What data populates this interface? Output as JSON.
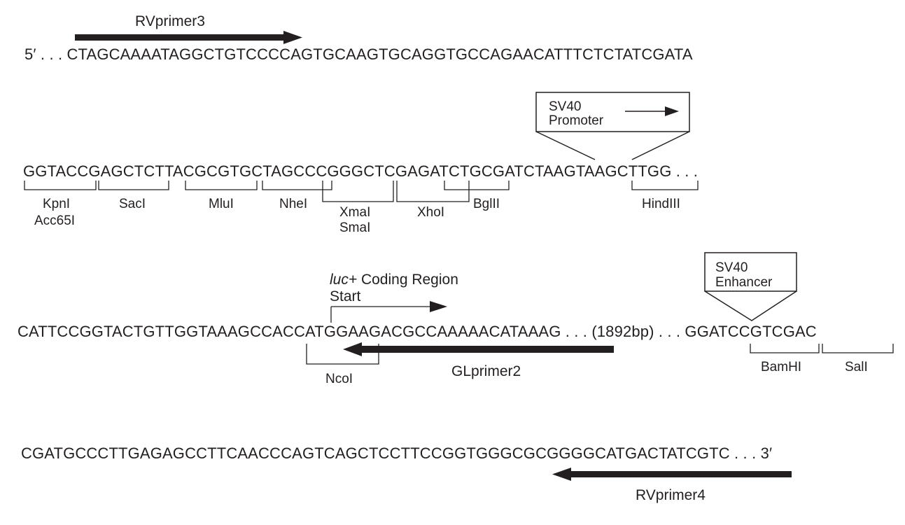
{
  "colors": {
    "ink": "#231f20",
    "background": "#ffffff"
  },
  "row1": {
    "primer_label": "RVprimer3",
    "sequence": "5′ . . . CTAGCAAAATAGGCTGTCCCCAGTGCAAGTGCAGGTGCCAGAACATTTCTCTATCGATA"
  },
  "row2": {
    "sequence": "GGTACCGAGCTCTTACGCGTGCTAGCCCGGGCTCGAGATCTGCGATCTAAGTAAGCTTGG . . .",
    "promoter_box": {
      "line1": "SV40",
      "line2": "Promoter"
    },
    "sites": {
      "kpni": "KpnI",
      "acc65i": "Acc65I",
      "saci": "SacI",
      "mlui": "MluI",
      "nhei": "NheI",
      "xmai": "XmaI",
      "smai": "SmaI",
      "xhoi": "XhoI",
      "bglii": "BglII",
      "hindiii": "HindIII"
    }
  },
  "row3": {
    "sequence": "CATTCCGGTACTGTTGGTAAAGCCACCATGGAAGACGCCAAAAACATAAAG . . . (1892bp) . . . GGATCCGTCGAC",
    "coding_label_italic": "luc+",
    "coding_label_rest": " Coding Region",
    "coding_start": "Start",
    "enhancer_box": {
      "line1": "SV40",
      "line2": "Enhancer"
    },
    "primer_label": "GLprimer2",
    "sites": {
      "ncoi": "NcoI",
      "bamhi": "BamHI",
      "sali": "SalI"
    }
  },
  "row4": {
    "sequence": "CGATGCCCTTGAGAGCCTTCAACCCAGTCAGCTCCTTCCGGTGGGCGCGGGGCATGACTATCGTC . . . 3′",
    "primer_label": "RVprimer4"
  }
}
